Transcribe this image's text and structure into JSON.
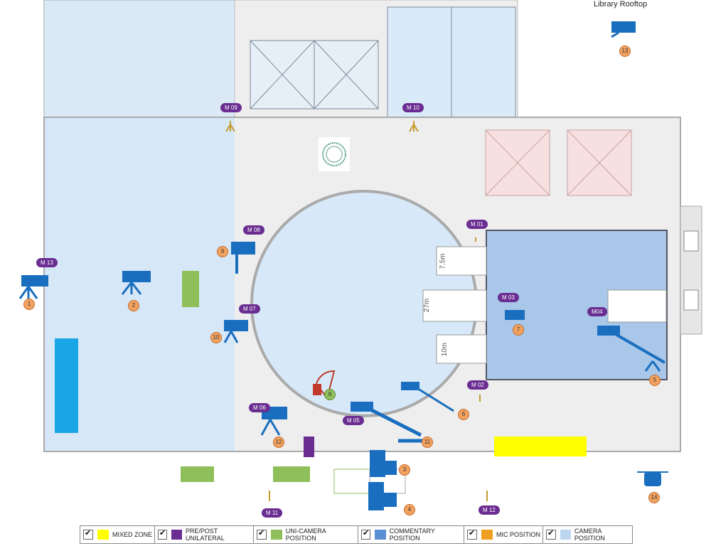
{
  "labels": {
    "roof": "Library Rooftop",
    "dist_7": "7.5m",
    "dist_27": "27m",
    "dist_10": "10m"
  },
  "mics": [
    "M 13",
    "M 09",
    "M 10",
    "M 08",
    "M 07",
    "M 01",
    "M 03",
    "M04",
    "M 02",
    "M 06",
    "M 05",
    "M 11",
    "M 12"
  ],
  "cameras": [
    "1",
    "2",
    "3",
    "4",
    "5",
    "6",
    "7",
    "8",
    "9",
    "10",
    "11",
    "12",
    "13",
    "14"
  ],
  "legend": [
    {
      "label": "MIXED ZONE",
      "color": "#ffff00"
    },
    {
      "label": "PRE/POST UNILATERAL",
      "color": "#6a2d91"
    },
    {
      "label": "UNI-CAMERA POSITION",
      "color": "#8fbf5a"
    },
    {
      "label": "COMMENTARY POSITION",
      "color": "#5b8fd3"
    },
    {
      "label": "MIC POSITION",
      "color": "#f0a020"
    },
    {
      "label": "CAMERA POSITION",
      "color": "#bcd6f0"
    }
  ]
}
